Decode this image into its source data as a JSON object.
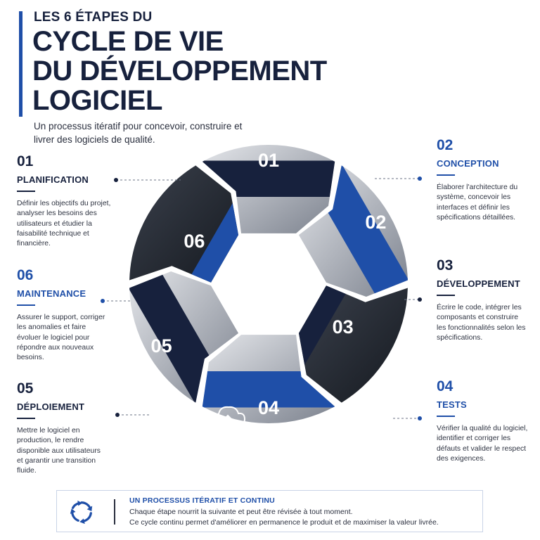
{
  "header": {
    "kicker": "LES 6 ÉTAPES DU",
    "title_lines": [
      "CYCLE DE VIE",
      "DU DÉVELOPPEMENT",
      "LOGICIEL"
    ],
    "subtitle": "Un processus itératif pour concevoir, construire et livrer des logiciels de qualité."
  },
  "steps": [
    {
      "number": "01",
      "title": "PLANIFICATION",
      "description": "Définir les objectifs du projet, analyser les besoins des utilisateurs et étudier la faisabilité technique et financière."
    },
    {
      "number": "02",
      "title": "CONCEPTION",
      "description": "Élaborer l'architecture du système, concevoir les interfaces et définir les spécifications détaillées."
    },
    {
      "number": "03",
      "title": "DÉVELOPPEMENT",
      "description": "Écrire le code, intégrer les composants et construire les fonctionnalités selon les spécifications."
    },
    {
      "number": "04",
      "title": "TESTS",
      "description": "Vérifier la qualité du logiciel, identifier et corriger les défauts et valider le respect des exigences."
    },
    {
      "number": "05",
      "title": "DÉPLOIEMENT",
      "description": "Mettre le logiciel en production, le rendre disponible aux utilisateurs et garantir une transition fluide."
    },
    {
      "number": "06",
      "title": "MAINTENANCE",
      "description": "Assurer le support, corriger les anomalies et faire évoluer le logiciel pour répondre aux nouveaux besoins."
    }
  ],
  "cycle": {
    "segment_labels": [
      "01",
      "02",
      "03",
      "04",
      "05",
      "06"
    ],
    "segment_colors": [
      "#17213d",
      "#1f4fa8",
      "#17213d",
      "#1f4fa8",
      "#17213d",
      "#1f4fa8"
    ]
  },
  "footer": {
    "icon": "cycle-arrows-icon",
    "title": "UN PROCESSUS ITÉRATIF ET CONTINU",
    "line1": "Chaque étape nourrit la suivante et peut être révisée à tout moment.",
    "line2": "Ce cycle continu permet d'améliorer en permanence le produit et de maximiser la valeur livrée."
  },
  "colors": {
    "navy": "#17213d",
    "blue": "#1f4fa8"
  }
}
